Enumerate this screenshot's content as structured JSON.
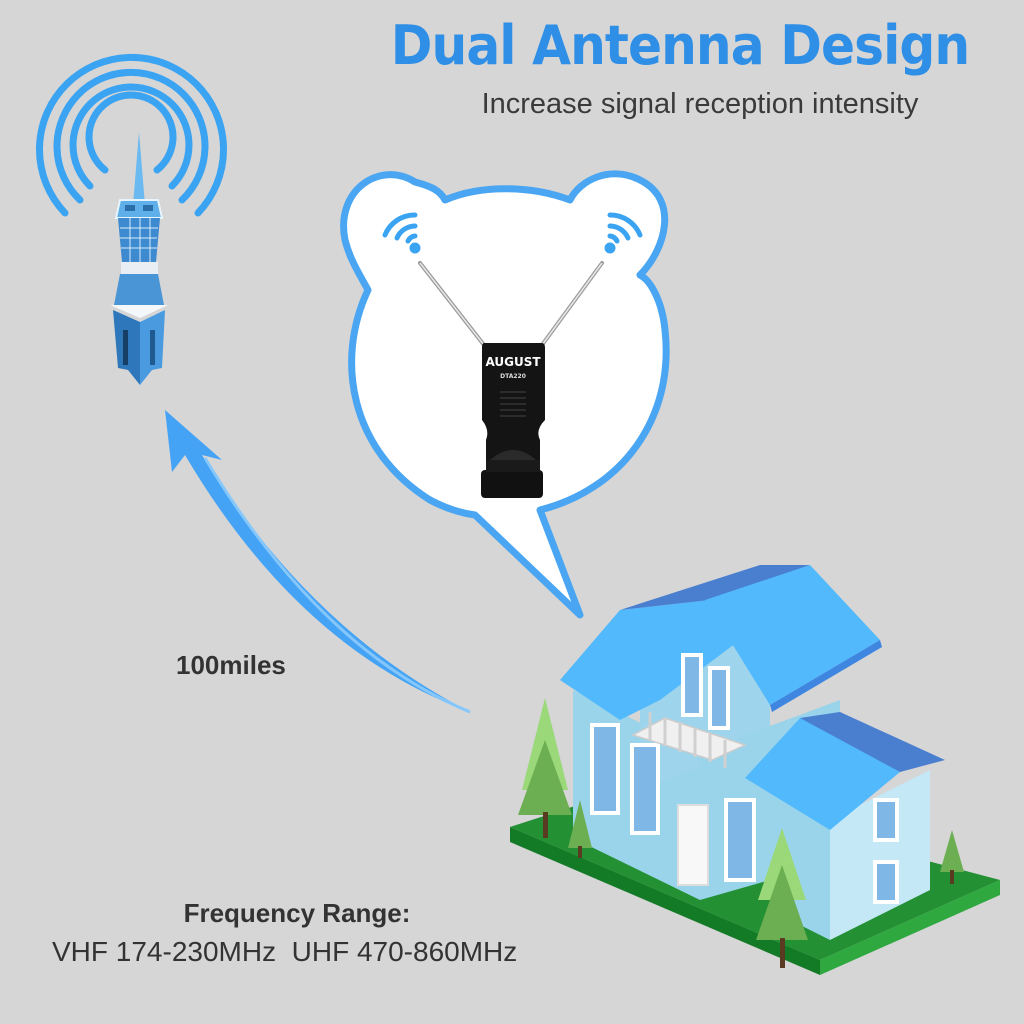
{
  "header": {
    "title": "Dual Antenna Design",
    "subtitle": "Increase signal reception intensity"
  },
  "device": {
    "brand": "AUGUST",
    "model": "DTA220"
  },
  "distance_label": "100miles",
  "frequency": {
    "title": "Frequency Range:",
    "values": "VHF 174-230MHz  UHF 470-860MHz"
  },
  "colors": {
    "background": "#d6d6d6",
    "accent_blue": "#2f8fe6",
    "bubble_stroke": "#4aa6f2",
    "text_dark": "#333333",
    "grass": "#229033"
  },
  "icons": [
    "broadcast-tower-icon",
    "wifi-signal-icon",
    "curved-arrow-icon",
    "house-illustration",
    "speech-bubble"
  ]
}
